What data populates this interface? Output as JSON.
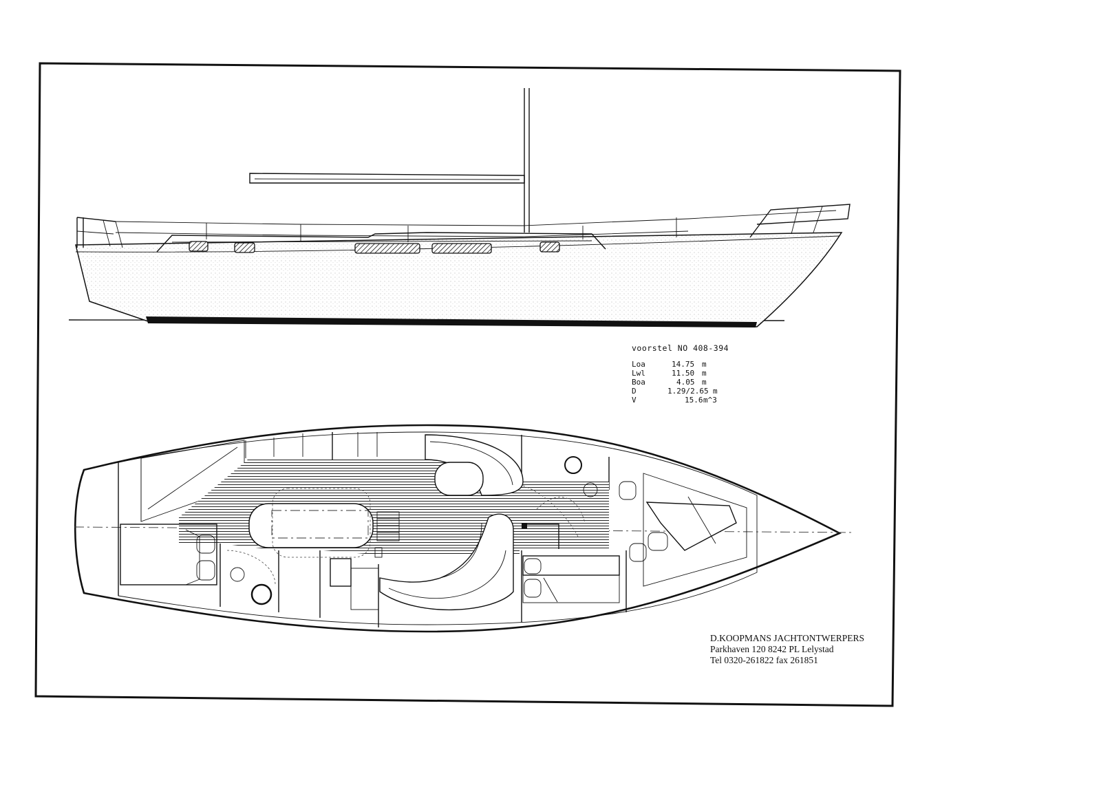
{
  "proposal": {
    "title": "voorstel NO 408-394"
  },
  "specs": [
    {
      "label": "Loa",
      "value": "14.75",
      "unit": "m"
    },
    {
      "label": "Lwl",
      "value": "11.50",
      "unit": "m"
    },
    {
      "label": "Boa",
      "value": "4.05",
      "unit": "m"
    },
    {
      "label": "D",
      "value": "1.29/2.65",
      "unit": "m"
    },
    {
      "label": "V",
      "value": "15.6",
      "unit": "m^3"
    }
  ],
  "designer": {
    "company": "D.KOOPMANS JACHTONTWERPERS",
    "address": "Parkhaven 120 8242 PL Lelystad",
    "phone": "Tel 0320-261822 fax 261851"
  }
}
